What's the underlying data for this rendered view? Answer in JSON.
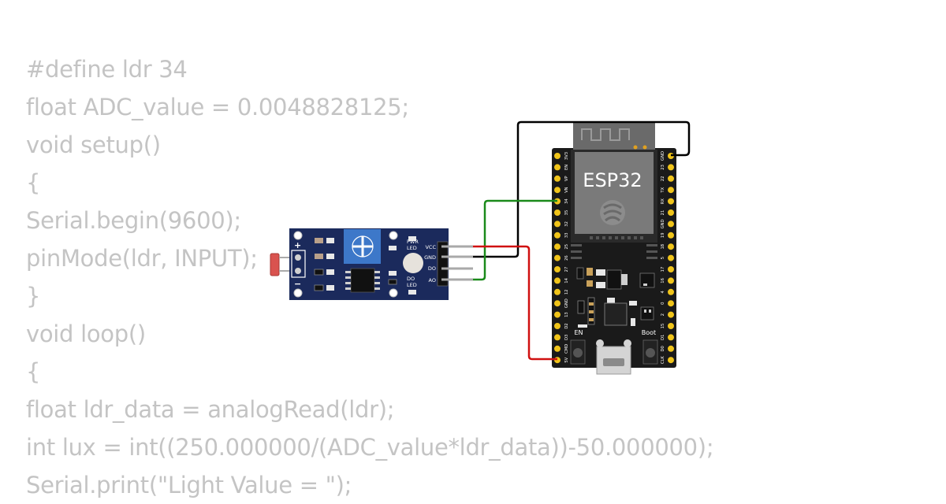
{
  "code_lines": [
    "#define ldr 34",
    "float ADC_value = 0.0048828125;",
    "void setup()",
    "{",
    "Serial.begin(9600);",
    "pinMode(ldr, INPUT);",
    "}",
    "void loop()",
    "{",
    "float ldr_data = analogRead(ldr);",
    "int lux = int((250.000000/(ADC_value*ldr_data))-50.000000);",
    "Serial.print(\"Light Value = \");"
  ],
  "sensor": {
    "pins": [
      "VCC",
      "GND",
      "DO",
      "AO"
    ],
    "pwr_led_label": [
      "PWR",
      "LED"
    ],
    "do_led_label": [
      "DO",
      "LED"
    ],
    "plus": "+",
    "minus": "−"
  },
  "esp32": {
    "title": "ESP32",
    "left_pins": [
      "3V3",
      "EN",
      "VP",
      "VN",
      "34",
      "35",
      "32",
      "33",
      "25",
      "26",
      "27",
      "14",
      "12",
      "GND",
      "13",
      "D2",
      "D3",
      "CMD",
      "5V"
    ],
    "right_pins": [
      "GND",
      "23",
      "22",
      "TX",
      "RX",
      "21",
      "GND",
      "19",
      "18",
      "5",
      "17",
      "16",
      "4",
      "0",
      "2",
      "15",
      "D1",
      "D0",
      "CLK"
    ],
    "en_label": "EN",
    "boot_label": "Boot"
  },
  "colors": {
    "code_text": "#c4c4c4",
    "sensor_board": "#1b2a5c",
    "esp_board": "#1a1a1a",
    "wire_black": "#000000",
    "wire_green": "#1a8a1a",
    "wire_red": "#d01010",
    "pin_yellow": "#f0c419"
  }
}
